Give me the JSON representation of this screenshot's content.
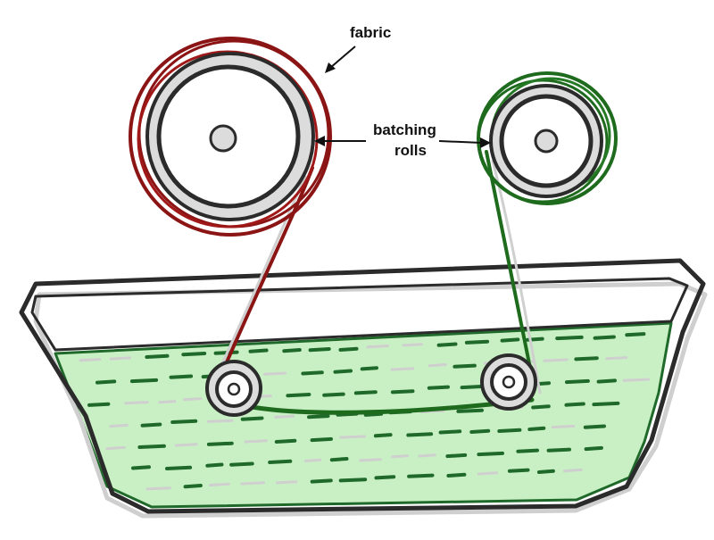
{
  "labels": {
    "fabric": "fabric",
    "batching_line1": "batching",
    "batching_line2": "rolls"
  },
  "colors": {
    "outline": "#2b2b2b",
    "shadow": "#cfcfcf",
    "roll_fill": "#dcdcdc",
    "fabric_left": "#8b1414",
    "fabric_right": "#1e6b1e",
    "liquor_fill": "#c9f0c4",
    "liquor_dash": "#1f6a2a",
    "liquor_dash_light": "#cfcfcf"
  }
}
